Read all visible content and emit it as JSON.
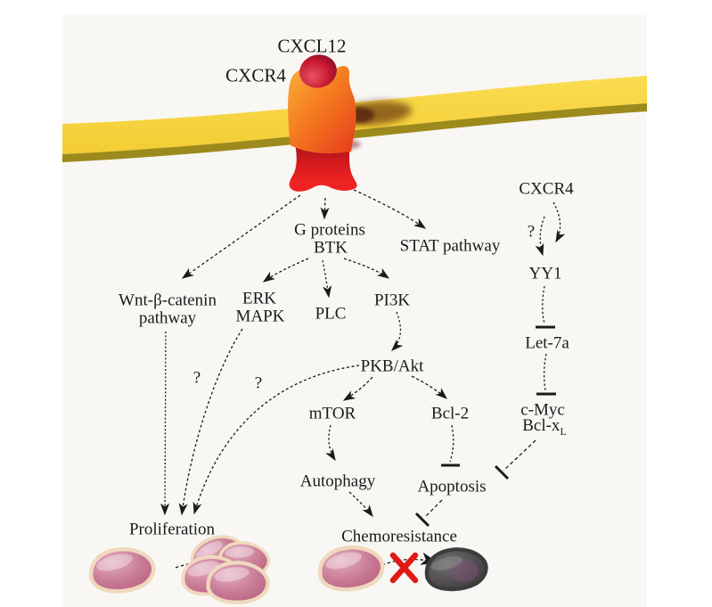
{
  "figure": {
    "type": "signaling-pathway-diagram",
    "title_implicit": "CXCL12/CXCR4 signaling pathway"
  },
  "pathway": {
    "ligand": "CXCL12",
    "receptor": "CXCR4",
    "g_proteins": "G proteins",
    "btk": "BTK",
    "stat": "STAT pathway",
    "wnt_line1": "Wnt-β-catenin",
    "wnt_line2": "pathway",
    "erk": "ERK",
    "mapk": "MAPK",
    "plc": "PLC",
    "pi3k": "PI3K",
    "pkb": "PKB/Akt",
    "mtor": "mTOR",
    "bcl2": "Bcl-2",
    "autophagy": "Autophagy",
    "apoptosis": "Apoptosis",
    "cxcr4_right": "CXCR4",
    "yy1": "YY1",
    "let7a": "Let-7a",
    "cmyc": "c-Myc",
    "bclx_base": "Bcl-x",
    "bclx_sub": "L",
    "proliferation": "Proliferation",
    "chemoresistance": "Chemoresistance",
    "question": "?"
  },
  "edges": [
    {
      "from": "CXCR4 receptor",
      "to": "Wnt-β-catenin pathway",
      "style": "dashed-arrow"
    },
    {
      "from": "CXCR4 receptor",
      "to": "G proteins/BTK",
      "style": "dashed-arrow"
    },
    {
      "from": "CXCR4 receptor",
      "to": "STAT pathway",
      "style": "dashed-arrow"
    },
    {
      "from": "G proteins/BTK",
      "to": "ERK MAPK",
      "style": "dashed-arrow"
    },
    {
      "from": "G proteins/BTK",
      "to": "PLC",
      "style": "dashed-arrow"
    },
    {
      "from": "G proteins/BTK",
      "to": "PI3K",
      "style": "dashed-arrow"
    },
    {
      "from": "PI3K",
      "to": "PKB/Akt",
      "style": "dashed-arrow"
    },
    {
      "from": "PKB/Akt",
      "to": "mTOR",
      "style": "dashed-arrow"
    },
    {
      "from": "PKB/Akt",
      "to": "Bcl-2",
      "style": "dashed-arrow"
    },
    {
      "from": "mTOR",
      "to": "Autophagy",
      "style": "dashed-arrow"
    },
    {
      "from": "Bcl-2",
      "to": "Apoptosis",
      "style": "inhibition"
    },
    {
      "from": "Autophagy",
      "to": "Chemoresistance",
      "style": "dashed-arrow"
    },
    {
      "from": "Apoptosis",
      "to": "Chemoresistance",
      "style": "inhibition"
    },
    {
      "from": "Wnt-β-catenin pathway",
      "to": "Proliferation",
      "style": "dashed-arrow"
    },
    {
      "from": "ERK MAPK",
      "to": "Proliferation",
      "style": "dashed-arrow",
      "note": "?"
    },
    {
      "from": "PKB/Akt",
      "to": "Proliferation",
      "style": "dashed-arrow",
      "note": "?"
    },
    {
      "from": "CXCR4",
      "to": "YY1",
      "style": "dashed-arrow",
      "note": "?"
    },
    {
      "from": "YY1",
      "to": "Let-7a",
      "style": "inhibition"
    },
    {
      "from": "Let-7a",
      "to": "c-Myc/Bcl-xL",
      "style": "inhibition"
    },
    {
      "from": "c-Myc/Bcl-xL",
      "to": "Apoptosis",
      "style": "inhibition"
    },
    {
      "from": "single tumor cell",
      "to": "proliferating tumor cells",
      "style": "dashed-arrow"
    },
    {
      "from": "tumor cell",
      "to": "dead cell",
      "style": "dashed-arrow-blocked"
    }
  ],
  "illustrations": {
    "membrane": "yellow plasma membrane band",
    "receptor": "orange/red transmembrane CXCR4 receptor",
    "ligand": "red CXCL12 ligand ball",
    "tumor_cell": "pink cell glyph",
    "tumor_cell_cluster": "cluster of four pink cells",
    "dead_cell": "dark grey cell glyph",
    "blocked_cross": "red X over arrow"
  },
  "colors": {
    "panel_background": "#f8f7f4",
    "membrane_yellow": "#f8d53f",
    "membrane_edge_olive": "#9d8a1c",
    "receptor_orange": "#f5821f",
    "receptor_red": "#e02025",
    "ligand_red": "#c61e31",
    "cell_pink": "#c9738f",
    "cell_outline_cream": "#efd9be",
    "dead_cell_grey": "#4a4a4a",
    "cross_red": "#df1a15",
    "line_black": "#1b1b1b"
  }
}
